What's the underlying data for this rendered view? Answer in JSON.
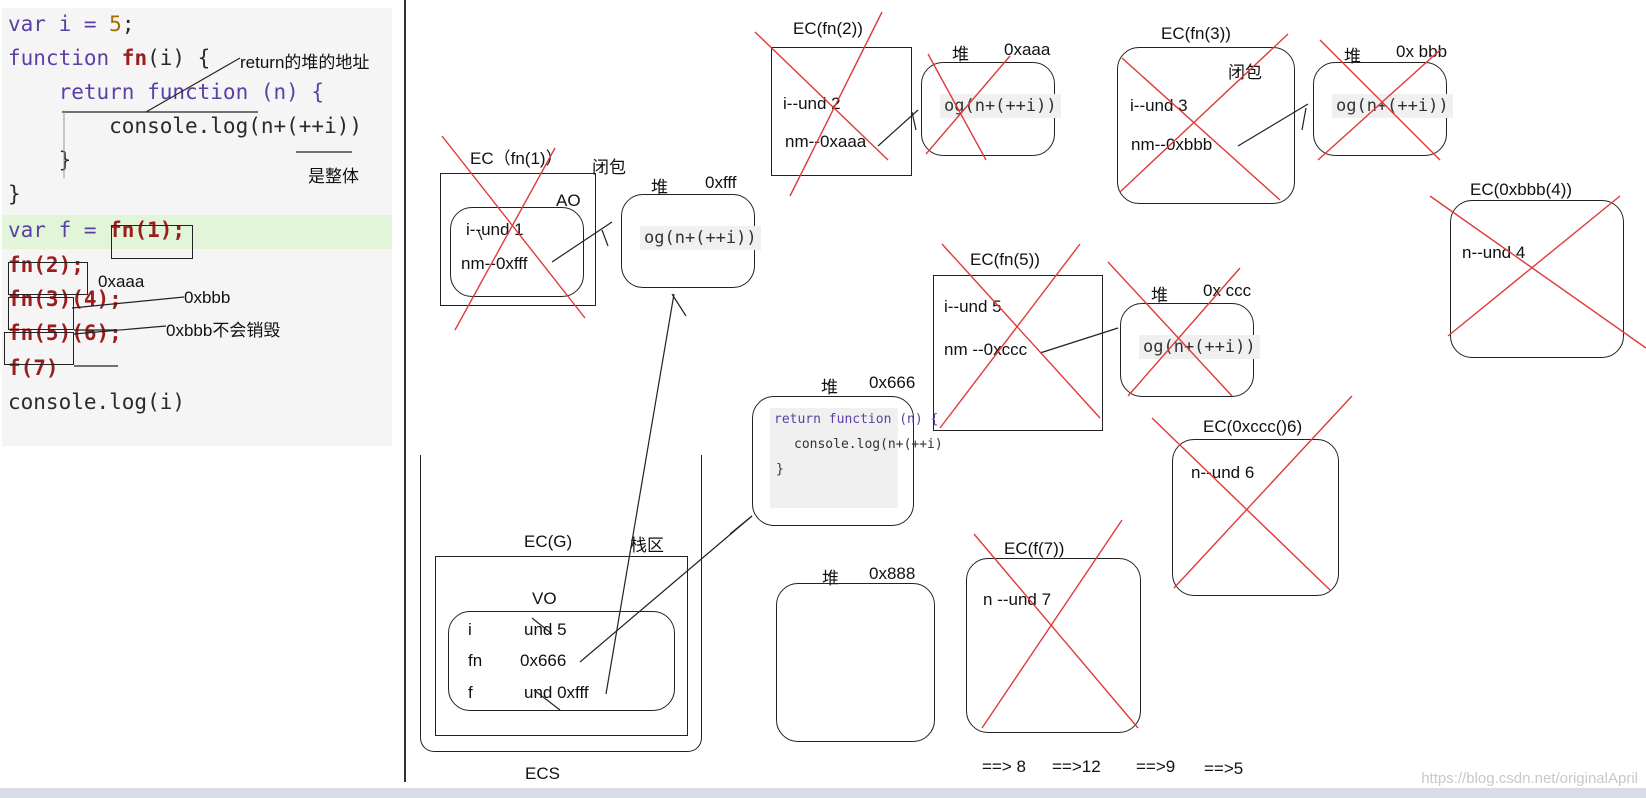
{
  "code": {
    "lines": [
      [
        "var i = ",
        "5",
        ";"
      ],
      [
        "function ",
        "fn",
        "(i) {"
      ],
      [
        "    return function (n) {"
      ],
      [
        "        console.log(n+(++i))"
      ],
      [
        "    }"
      ],
      [
        "}"
      ],
      [
        "var f = ",
        "fn(1);"
      ],
      [
        "fn(2);"
      ],
      [
        "fn(3)(4);"
      ],
      [
        "fn(5)(6);"
      ],
      [
        "f(7)"
      ],
      [
        "console.log(i)"
      ]
    ],
    "notes": {
      "return_addr": "return的堆的地址",
      "whole": "是整体",
      "aaa": "0xaaa",
      "bbb": "0xbbb",
      "bbb_keep": "0xbbb不会销毁"
    }
  },
  "ec_fn1": {
    "title": "EC（fn(1)）",
    "closure": "闭包",
    "ao": "AO",
    "line1": "i--und  1",
    "line2": "nm--0xfff"
  },
  "heap_fff": {
    "title": "堆",
    "addr": "0xfff",
    "snippet": "og(n+(++i))"
  },
  "ec_fn2": {
    "title": "EC(fn(2))",
    "line1": "i--und 2",
    "line2": "nm--0xaaa"
  },
  "heap_aaa": {
    "title": "堆",
    "addr": "0xaaa",
    "snippet": "og(n+(++i))"
  },
  "ec_fn3": {
    "title": "EC(fn(3))",
    "closure": "闭包",
    "line1": "i--und 3",
    "line2": "nm--0xbbb"
  },
  "heap_bbb": {
    "title": "堆",
    "addr": "0x bbb",
    "snippet": "og(n+(++i))"
  },
  "ec_bbb4": {
    "title": "EC(0xbbb(4))",
    "line1": "n--und 4"
  },
  "ec_fn5": {
    "title": "EC(fn(5))",
    "line1": "i--und 5",
    "line2": "nm --0xccc"
  },
  "heap_ccc": {
    "title": "堆",
    "addr": "0x ccc",
    "snippet": "og(n+(++i))"
  },
  "ec_ccc6": {
    "title": "EC(0xccc()6)",
    "line1": "n--und  6"
  },
  "heap_666": {
    "title": "堆",
    "addr": "0x666",
    "snippet1": "return function (n) {",
    "snippet2": "console.log(n+(++i)",
    "snippet3": "}"
  },
  "heap_888": {
    "title": "堆",
    "addr": "0x888"
  },
  "ec_f7": {
    "title": "EC(f(7))",
    "line1": "n --und  7"
  },
  "ec_g": {
    "title": "EC(G)",
    "stack": "栈区",
    "vo": "VO",
    "row1_name": "i",
    "row1_val": "und 5",
    "row2_name": "fn",
    "row2_val": "0x666",
    "row3_name": "f",
    "row3_val": "und 0xfff",
    "ecs": "ECS"
  },
  "results": {
    "r1": "==> 8",
    "r2": "==>12",
    "r3": "==>9",
    "r4": "==>5"
  },
  "watermark": "https://blog.csdn.net/originalApril"
}
